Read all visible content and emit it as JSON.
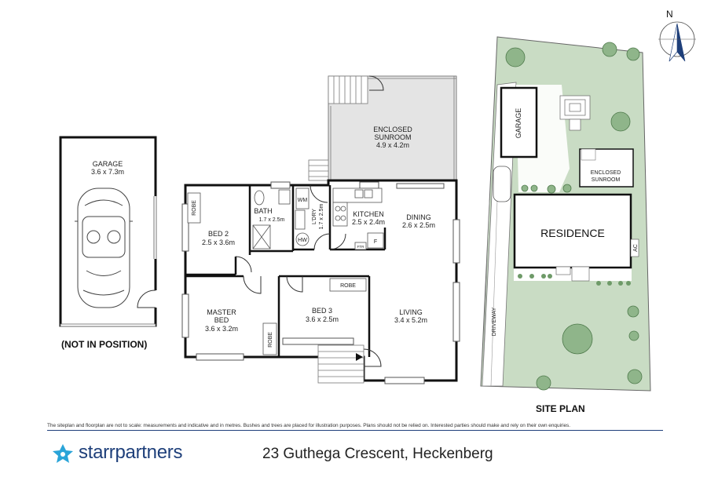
{
  "rooms": {
    "garage": {
      "name": "GARAGE",
      "dim": "3.6 x 7.3m"
    },
    "sunroom": {
      "name1": "ENCLOSED",
      "name2": "SUNROOM",
      "dim": "4.9 x 4.2m"
    },
    "bath": {
      "name": "BATH",
      "dim": "1.7 x 2.5m"
    },
    "laundry": {
      "name": "L'DRY",
      "dim": "1.7 x 2.5m"
    },
    "kitchen": {
      "name": "KITCHEN",
      "dim": "2.5 x 2.4m"
    },
    "dining": {
      "name": "DINING",
      "dim": "2.6 x 2.5m"
    },
    "bed2": {
      "name": "BED 2",
      "dim": "2.5 x 3.6m"
    },
    "master": {
      "name1": "MASTER",
      "name2": "BED",
      "dim": "3.6 x 3.2m"
    },
    "bed3": {
      "name": "BED 3",
      "dim": "3.6 x 2.5m"
    },
    "living": {
      "name": "LIVING",
      "dim": "3.4 x 5.2m"
    }
  },
  "fixtures": {
    "robe": "ROBE",
    "wm": "WM",
    "hw": "HW",
    "fridge": "F",
    "ftr": "FTR"
  },
  "labels": {
    "not_in_position": "(NOT IN POSITION)",
    "site_plan": "SITE PLAN",
    "residence": "RESIDENCE",
    "site_garage": "GARAGE",
    "site_sunroom1": "ENCLOSED",
    "site_sunroom2": "SUNROOM",
    "driveway": "DRIVEWAY",
    "ac": "AC",
    "north": "N"
  },
  "footer": {
    "disclaimer": "The siteplan and floorplan are not to scale: measurements and indicative and in metres. Bushes and trees are placed for illustration purposes. Plans should not be relied on. Interested parties should make and rely on their own enquiries.",
    "brand": "starrpartners",
    "address": "23 Guthega Crescent, Heckenberg"
  },
  "colors": {
    "brand": "#1e3f7a",
    "brand_accent": "#2aa4d8",
    "lawn": "#c9dcc4",
    "sunroom_fill": "#e4e4e4"
  }
}
